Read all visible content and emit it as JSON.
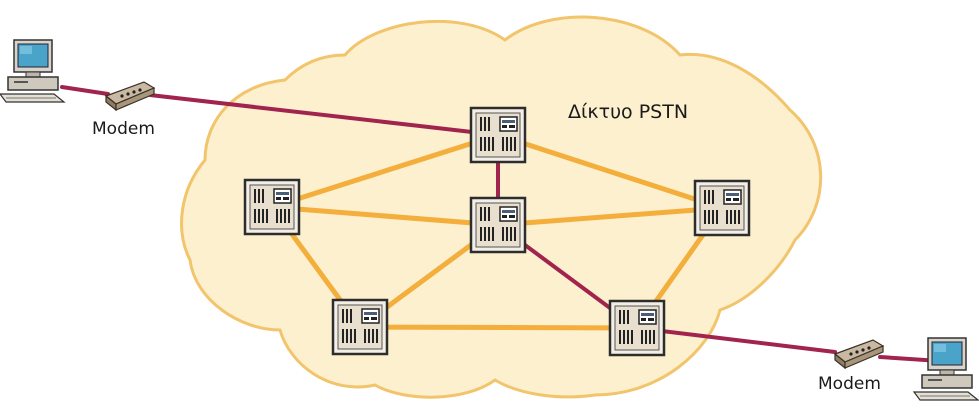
{
  "diagram": {
    "network_label": "Δίκτυο PSTN",
    "modem_left_label": "Modem",
    "modem_right_label": "Modem"
  },
  "colors": {
    "cloud_fill": "#fdf0cf",
    "cloud_stroke": "#f2c46b",
    "trunk_link": "#f3ae3c",
    "active_path": "#a1244f",
    "switch_body": "#e8dfcf",
    "switch_frame": "#2d2d2d"
  },
  "icons": {
    "switch": "telephone-exchange-switch-icon",
    "modem": "modem-icon",
    "computer": "desktop-computer-icon"
  }
}
